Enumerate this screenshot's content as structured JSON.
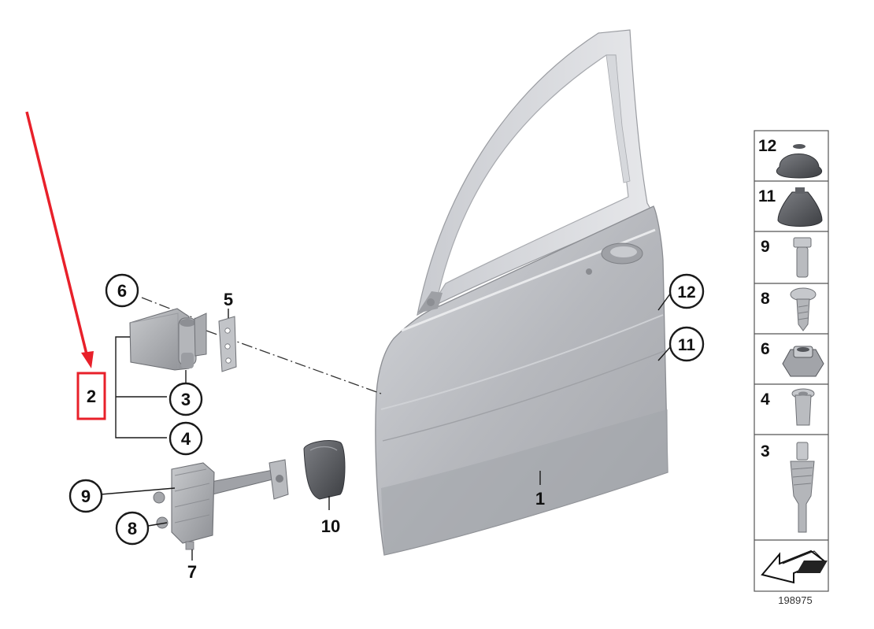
{
  "callouts": {
    "c1": "1",
    "c2": "2",
    "c3": "3",
    "c4": "4",
    "c5": "5",
    "c6": "6",
    "c7": "7",
    "c8": "8",
    "c9": "9",
    "c10": "10",
    "c11": "11",
    "c12": "12"
  },
  "legend": {
    "items": [
      {
        "number": "12",
        "part": "cap-plug"
      },
      {
        "number": "11",
        "part": "rubber-buffer"
      },
      {
        "number": "9",
        "part": "hex-bolt"
      },
      {
        "number": "8",
        "part": "torx-screw"
      },
      {
        "number": "6",
        "part": "flange-nut"
      },
      {
        "number": "4",
        "part": "bushing"
      },
      {
        "number": "3",
        "part": "hinge-pin"
      }
    ]
  },
  "diagram_id": "198975",
  "colors": {
    "highlight": "#e8202a",
    "door_panel": "#b9bbc0",
    "line": "#1a1a1a"
  }
}
